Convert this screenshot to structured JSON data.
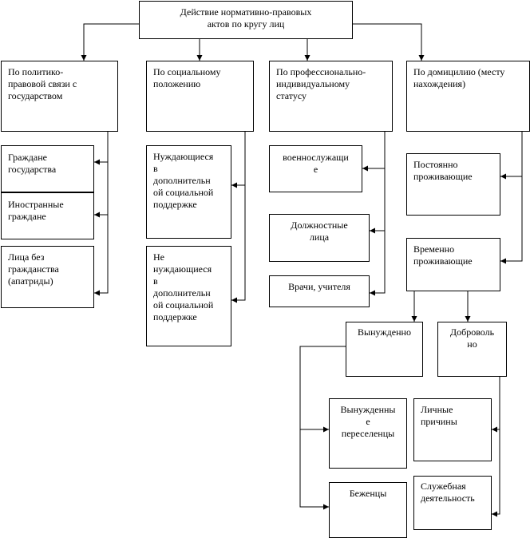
{
  "diagram": {
    "root": "Действие нормативно-правовых\nактов по кругу лиц",
    "political": {
      "label": "По политико-\nправовой связи с\nгосударством",
      "items": [
        "Граждане\nгосударства",
        "Иностранные\nграждане",
        "Лица без\nгражданства\n(апатриды)"
      ]
    },
    "social": {
      "label": "По социальному\nположению",
      "items": [
        "Нуждающиеся\nв\nдополнительн\nой социальной\nподдержке",
        "Не\nнуждающиеся\nв\nдополнительн\nой социальной\nподдержке"
      ]
    },
    "professional": {
      "label": "По профессионально-\nиндивидуальному\nстатусу",
      "items": [
        "военнослужащи\nе",
        "Должностные\nлица",
        "Врачи, учителя"
      ]
    },
    "residence": {
      "label": "По домицилию (месту\nнахождения)",
      "items": [
        "Постоянно\nпроживающие",
        "Временно\nпроживающие"
      ]
    },
    "temporary": {
      "forced": {
        "label": "Вынужденно",
        "items": [
          "Вынужденны\nе\nпереселенцы",
          "Беженцы"
        ]
      },
      "voluntary": {
        "label": "Доброволь\nно",
        "items": [
          "Личные\nпричины",
          "Служебная\nдеятельность"
        ]
      }
    }
  }
}
